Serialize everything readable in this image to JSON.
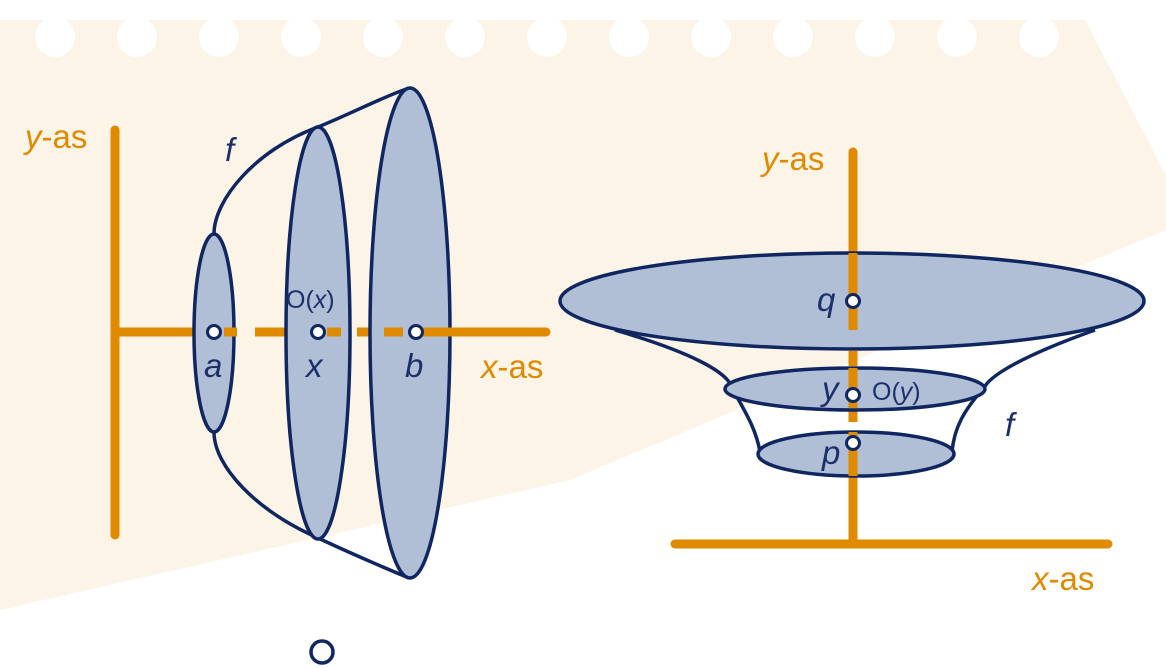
{
  "colors": {
    "axis": "#e08a00",
    "outline": "#0f2660",
    "disk_fill": "#b0bed6",
    "paper": "#fdf4e8"
  },
  "left": {
    "y_axis": {
      "var": "y",
      "suffix": "-as"
    },
    "x_axis": {
      "var": "x",
      "suffix": "-as"
    },
    "curve": "f",
    "points": {
      "a": "a",
      "x": "x",
      "b": "b"
    },
    "section": {
      "name": "O",
      "open": "(",
      "arg": "x",
      "close": ")"
    }
  },
  "right": {
    "y_axis": {
      "var": "y",
      "suffix": "-as"
    },
    "x_axis": {
      "var": "x",
      "suffix": "-as"
    },
    "curve": "f",
    "points": {
      "q": "q",
      "y": "y",
      "p": "p"
    },
    "section": {
      "name": "O",
      "open": "(",
      "arg": "y",
      "close": ")"
    }
  }
}
